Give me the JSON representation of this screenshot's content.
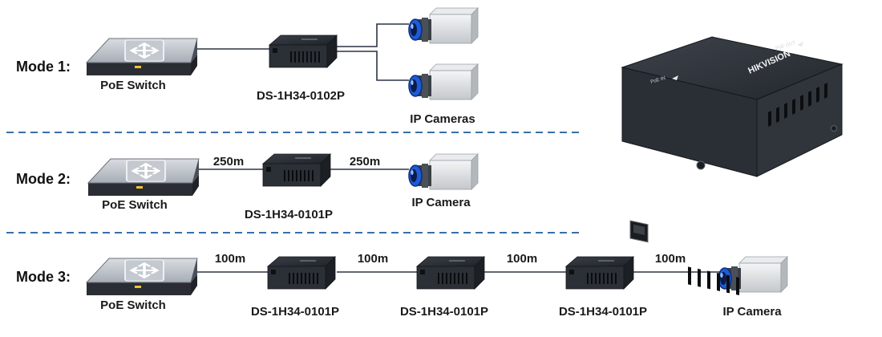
{
  "colors": {
    "cable": "#2c3444",
    "separator": "#3a6fa8",
    "device_body": "#2b2f36",
    "lens_blue": "#1f5bd6"
  },
  "modes": [
    {
      "label": "Mode 1:",
      "switch_label": "PoE Switch",
      "extender_label": "DS-1H34-0102P",
      "camera_label": "IP Cameras"
    },
    {
      "label": "Mode 2:",
      "switch_label": "PoE Switch",
      "extender_label": "DS-1H34-0101P",
      "camera_label": "IP Camera",
      "distances": [
        "250m",
        "250m"
      ]
    },
    {
      "label": "Mode 3:",
      "switch_label": "PoE Switch",
      "extender_labels": [
        "DS-1H34-0101P",
        "DS-1H34-0101P",
        "DS-1H34-0101P"
      ],
      "camera_label": "IP Camera",
      "distances": [
        "100m",
        "100m",
        "100m",
        "100m"
      ]
    }
  ],
  "product": {
    "brand": "HIKVISION",
    "port_marks": [
      "PoE IN",
      "PoE OUT"
    ]
  }
}
